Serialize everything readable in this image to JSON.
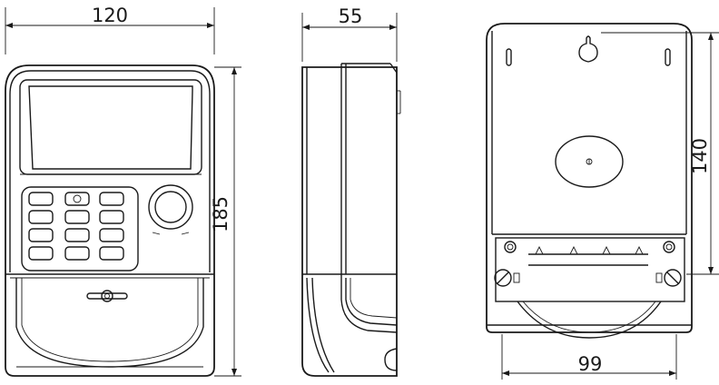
{
  "dimensions": {
    "front_width": "120",
    "front_height": "185",
    "side_depth": "55",
    "back_height": "140",
    "back_width": "99"
  }
}
